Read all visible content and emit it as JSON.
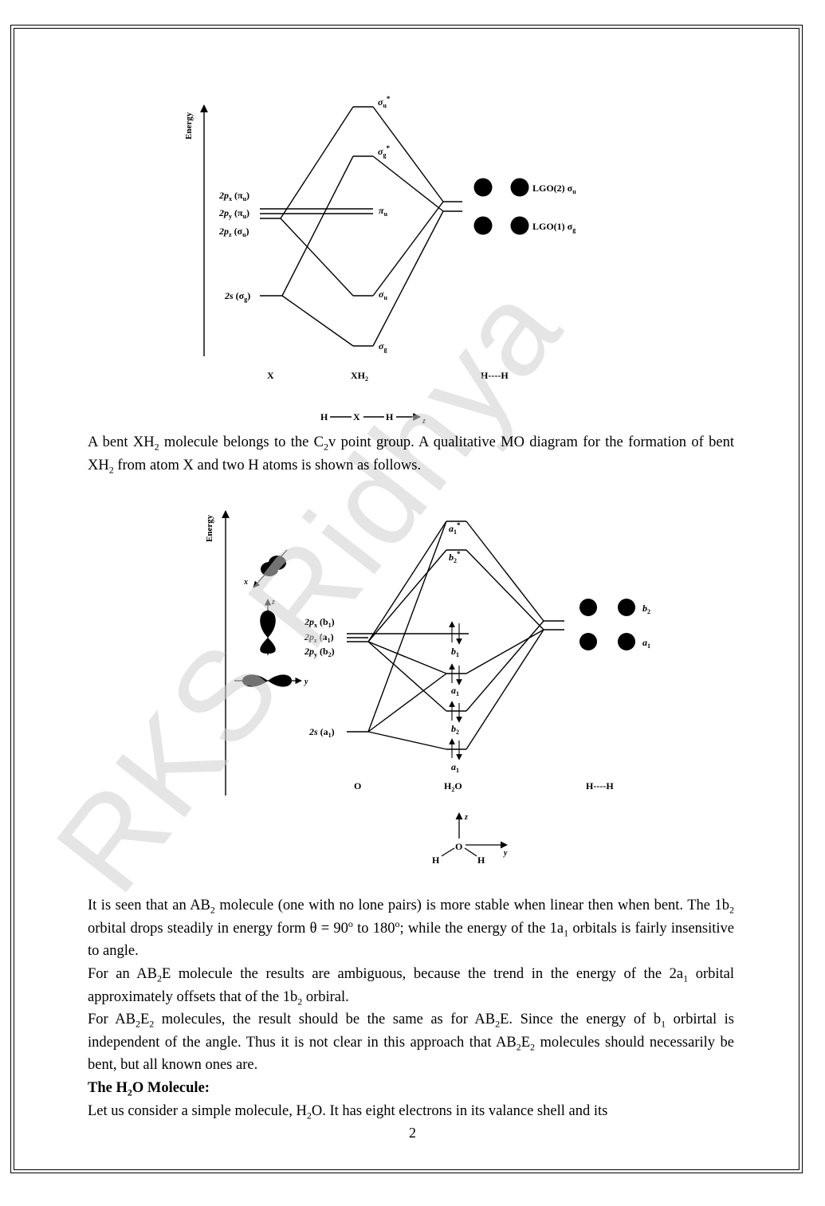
{
  "page": {
    "number": "2"
  },
  "figure_top": {
    "axis_label": "Energy",
    "ao_labels": {
      "px": {
        "main": "2p",
        "sub": "x",
        "sym": " (π",
        "symsub": "u",
        "close": ")"
      },
      "py": {
        "main": "2p",
        "sub": "y",
        "sym": " (π",
        "symsub": "u",
        "close": ")"
      },
      "pz": {
        "main": "2p",
        "sub": "z",
        "sym": " (σ",
        "symsub": "u",
        "close": ")"
      },
      "s": {
        "main": "2s",
        "sym": " (σ",
        "symsub": "g",
        "close": ")"
      }
    },
    "mo_labels": {
      "su_star": {
        "main": "σ",
        "sub": "u",
        "sup": "*"
      },
      "sg_star": {
        "main": "σ",
        "sub": "g",
        "sup": "*"
      },
      "pi_u": {
        "main": "π",
        "sub": "u"
      },
      "s_u": {
        "main": "σ",
        "sub": "u"
      },
      "s_g": {
        "main": "σ",
        "sub": "g"
      }
    },
    "lgo": {
      "top": {
        "text": "LGO(2) σ",
        "sub": "u"
      },
      "bottom": {
        "text": "LGO(1) σ",
        "sub": "g"
      }
    },
    "columns": {
      "x": "X",
      "xh2_main": "XH",
      "xh2_sub": "2",
      "hh": "H----H"
    },
    "axis_sketch": {
      "h1": "H",
      "x": "X",
      "h2": "H",
      "z": "z"
    }
  },
  "intro_paragraph": {
    "t1": "A bent XH",
    "s1": "2",
    "t2": " molecule belongs to the C",
    "s2": "2",
    "t3": "v point group.  A qualitative MO diagram for the formation of bent XH",
    "s3": "2",
    "t4": " from atom X and two H atoms is shown as follows."
  },
  "figure_bottom": {
    "axis_label": "Energy",
    "ao_labels": {
      "px": {
        "main": "2p",
        "sub": "x",
        "sym": " (b",
        "symsub": "1",
        "close": ")"
      },
      "pz": {
        "main": "2p",
        "sub": "z",
        "sym": " (a",
        "symsub": "1",
        "close": ")"
      },
      "py": {
        "main": "2p",
        "sub": "y",
        "sym": " (b",
        "symsub": "2",
        "close": ")"
      },
      "s": {
        "main": "2s",
        "sym": " (a",
        "symsub": "1",
        "close": ")"
      }
    },
    "mo_labels": {
      "a1_star": {
        "main": "a",
        "sub": "1",
        "sup": "*"
      },
      "b2_star": {
        "main": "b",
        "sub": "2",
        "sup": "*"
      },
      "b1": {
        "main": "b",
        "sub": "1"
      },
      "a1_mid": {
        "main": "a",
        "sub": "1"
      },
      "b2": {
        "main": "b",
        "sub": "2"
      },
      "a1_low": {
        "main": "a",
        "sub": "1"
      }
    },
    "lgo": {
      "b2": {
        "main": "b",
        "sub": "2"
      },
      "a1": {
        "main": "a",
        "sub": "1"
      }
    },
    "orbital_axes": {
      "x": "x",
      "z": "z",
      "y": "y"
    },
    "columns": {
      "o": "O",
      "h2o_main": "H",
      "h2o_sub": "2",
      "h2o_end": "O",
      "hh": "H----H"
    },
    "molecule_sketch": {
      "z": "z",
      "o": "O",
      "h1": "H",
      "h2": "H",
      "y": "y"
    }
  },
  "paragraphs": {
    "p1": {
      "t1": "It is seen that an AB",
      "s1": "2",
      "t2": " molecule (one with no lone pairs) is more stable when linear then when bent. The 1b",
      "s2": "2",
      "t3": " orbital drops steadily in energy form θ = 90",
      "sup1": "o",
      "t4": " to 180",
      "sup2": "o",
      "t5": "; while the energy of the 1a",
      "s3": "1",
      "t6": " orbitals is fairly insensitive to angle."
    },
    "p2": {
      "t1": "For an AB",
      "s1": "2",
      "t2": "E molecule the results are ambiguous, because the trend in the energy of the 2a",
      "s2": "1",
      "t3": " orbital approximately offsets that of the 1b",
      "s3": "2",
      "t4": " orbiral."
    },
    "p3": {
      "t1": "For AB",
      "s1": "2",
      "t2": "E",
      "s2": "2",
      "t3": " molecules, the result should be the same as for AB",
      "s3": "2",
      "t4": "E. Since the energy of b",
      "s4": "1",
      "t5": " orbirtal is independent of the angle. Thus it is not clear in this approach that AB",
      "s5": "2",
      "t6": "E",
      "s6": "2",
      "t7": " molecules should necessarily be bent, but all known ones are."
    },
    "heading": {
      "t1": "The H",
      "s1": "2",
      "t2": "O Molecule:"
    },
    "p4": {
      "t1": "Let us consider a simple molecule, H",
      "s1": "2",
      "t2": "O. It has eight electrons in its valance shell and its"
    }
  },
  "watermark": {
    "text": "RKS Ridhya",
    "color": "#d9d9d9"
  }
}
